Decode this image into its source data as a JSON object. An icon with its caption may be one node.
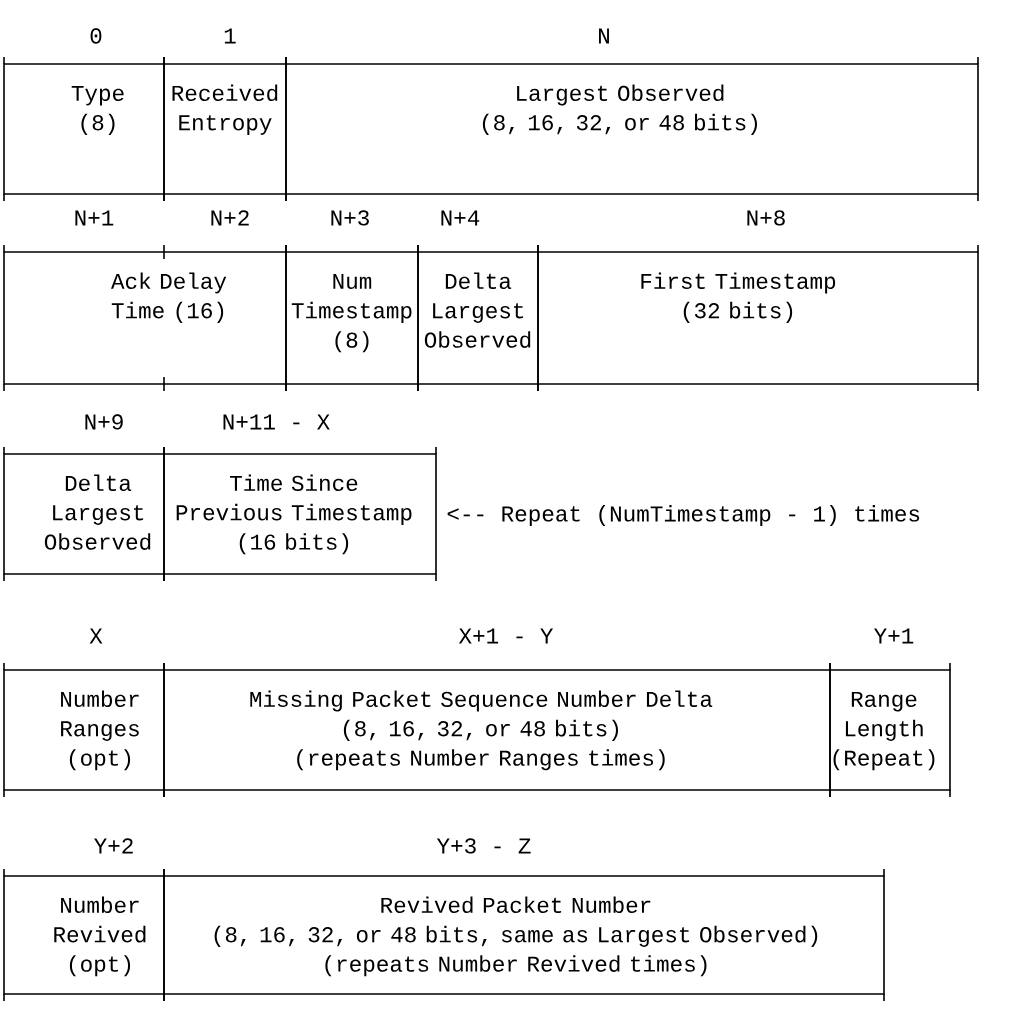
{
  "diagram": {
    "nodes": [
      {
        "text": [
          "Type (8)"
        ]
      },
      {
        "text": [
          "Received Entropy"
        ]
      },
      {
        "text": [
          "Largest Observed (8, 16, 32, or 48 bits)"
        ]
      },
      {
        "text": [
          "Ack Delay Time (16)"
        ]
      },
      {
        "text": [
          "Num Timestamp (8)"
        ]
      },
      {
        "text": [
          "Delta Largest Observed"
        ]
      },
      {
        "text": [
          "First Timestamp (32 bits)"
        ]
      },
      {
        "text": [
          "Delta Largest Observed"
        ]
      },
      {
        "text": [
          "Time Since Previous Timestamp (16 bits)"
        ]
      },
      {
        "text": [
          "Number Ranges (opt)"
        ]
      },
      {
        "text": [
          "Missing Packet Sequence Number Delta (8, 16, 32, or 48 bits) (repeats Number Ranges times)"
        ]
      },
      {
        "text": [
          "Range Length (Repeat)"
        ]
      },
      {
        "text": [
          "Number Revived (opt)"
        ]
      },
      {
        "text": [
          "Revived Packet Number (8, 16, 32, or 48 bits, same as Largest Observed) (repeats Number Revived times)"
        ]
      }
    ],
    "labels": [
      "0",
      "1",
      "N",
      "N+1",
      "N+2",
      "N+3",
      "N+4",
      "N+8",
      "N+9",
      "N+11 - X",
      "<-- Repeat (NumTimestamp - 1) times",
      "X",
      "X+1 - Y",
      "Y+1",
      "Y+2",
      "Y+3 - Z"
    ]
  }
}
